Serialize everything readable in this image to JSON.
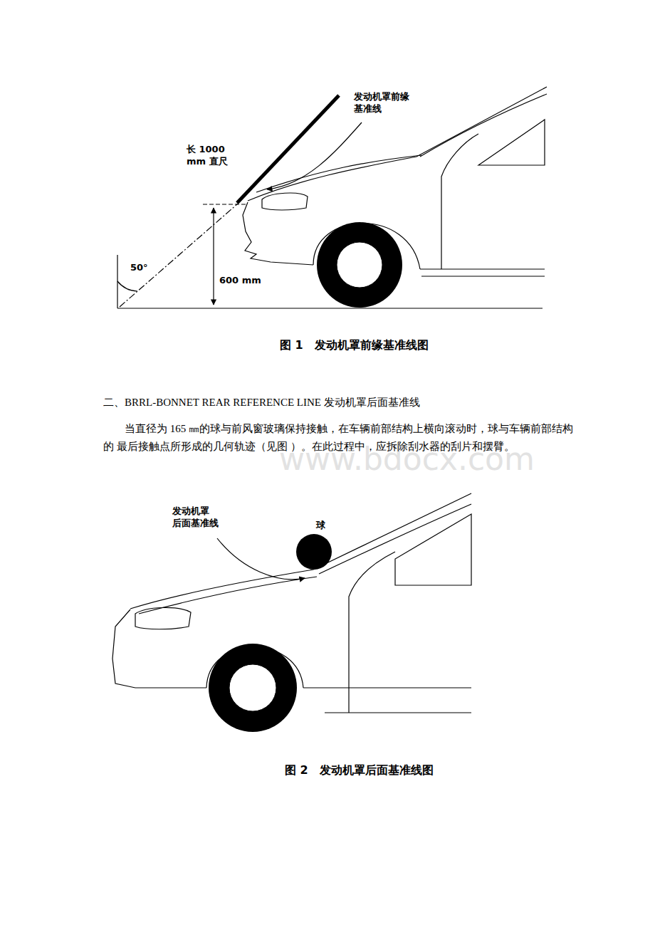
{
  "diagram": {
    "labels": [
      "发动机罩前缘 基准线",
      "长 1000 mm 直尺",
      "50°",
      "600 mm",
      "图 1　发动机罩前缘基准线图",
      "二、BRRL-BONNET REAR REFERENCE LINE 发动机罩后面基准线",
      "当直径为 165 ㎜的球与前风窗玻璃保持接触，在车辆前部结构上横向滚动时，球与车辆前部结构的 最后接触点所形成的几何轨迹（见图 ）。在此过程中，应拆除刮水器的刮片和摆臂。",
      "发动机罩 后面基准线",
      "球",
      "图 2　发动机罩后面基准线图",
      "www.bdocx.com"
    ]
  }
}
